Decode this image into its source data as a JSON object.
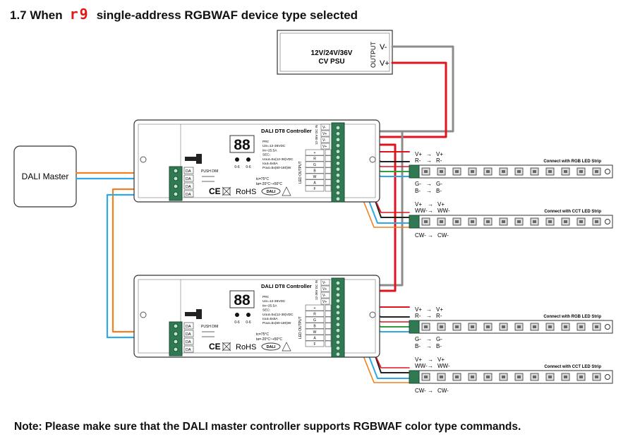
{
  "heading": {
    "prefix": "1.7 When",
    "segment_code": "r9",
    "suffix": "single-address RGBWAF device type selected"
  },
  "note": "Note: Please make sure that the DALI master controller supports RGBWAF color type commands.",
  "psu": {
    "voltage": "12V/24V/36V",
    "type": "CV PSU",
    "output_label": "OUTPUT",
    "vminus": "V-",
    "vplus": "V+"
  },
  "dali_master": {
    "label": "DALI Master"
  },
  "controller": {
    "title": "DALI DT8 Controller",
    "display": "88",
    "btn_left": "0-6",
    "btn_right": "0-6",
    "specs": [
      "PRI:",
      "Uin=12-36VDC",
      "Iin=25.5A",
      "SEC:",
      "Uout=5x(12-36)VDC",
      "Iout=5x5A",
      "Pout=5x(60-180)W"
    ],
    "temps": [
      "tc=75°C",
      "ta=-20°C~+50°C"
    ],
    "push_dim": "PUSH DIM",
    "dali_terminals": [
      "DA",
      "DA",
      "DA",
      "DA"
    ],
    "power_terminals": [
      "V-",
      "V+",
      "V-",
      "V+"
    ],
    "out_label": "LED OUTPUT",
    "out_terminals": [
      "+",
      "R",
      "G",
      "B",
      "W",
      "A",
      "F"
    ],
    "ce": "CE",
    "rohs": "RoHS",
    "dali_logo": "DALI",
    "in_label": "12-36V DC IN"
  },
  "rgb_strip": {
    "title": "Connect with RGB LED Strip",
    "vplus": "V+",
    "r": "R-",
    "g": "G-",
    "b": "B-",
    "arrow": "→"
  },
  "cct_strip": {
    "title": "Connect with CCT LED Strip",
    "vplus": "V+",
    "ww": "WW-",
    "cw": "CW-",
    "arrow": "→"
  },
  "colors": {
    "wire_red": "#e0141e",
    "wire_gray": "#8c8c8c",
    "wire_orange": "#f08020",
    "wire_blue": "#2ea8e6",
    "wire_green": "#2f9e3c",
    "wire_black": "#222222",
    "terminal_green": "#2f7a52",
    "segment_red": "#e01818"
  }
}
